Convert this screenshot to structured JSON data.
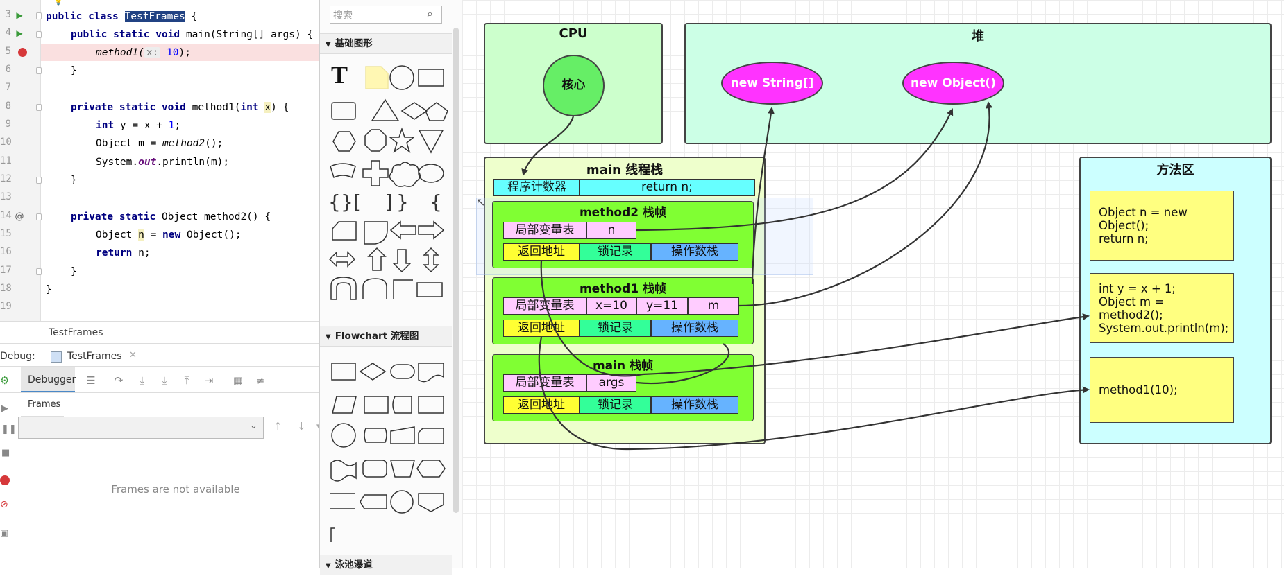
{
  "editor": {
    "line_numbers": [
      "3",
      "4",
      "5",
      "6",
      "7",
      "8",
      "9",
      "10",
      "11",
      "12",
      "13",
      "14",
      "15",
      "16",
      "17",
      "18",
      "19"
    ],
    "tab_title": "TestFrames",
    "class_name_selected": "TestFrames",
    "code": {
      "l3_kw": "public class ",
      "l3_rest": " {",
      "l4_kw": "public static void ",
      "l4_rest": "main(String[] args) {",
      "l5_call": "method1(",
      "l5_hint": "x:",
      "l5_num": "10",
      "l5_end": ");",
      "l6": "}",
      "l8_kw": "private static void ",
      "l8_rest": "method1(",
      "l8_kw2": "int ",
      "l8_param": "x",
      "l8_end": ") {",
      "l9_kw": "int ",
      "l9_rest": "y = x + ",
      "l9_num": "1",
      "l9_end": ";",
      "l10_pre": "Object m = ",
      "l10_call": "method2",
      "l10_end": "();",
      "l11_pre": "System.",
      "l11_field": "out",
      "l11_end": ".println(m);",
      "l12": "}",
      "l14_kw": "private static ",
      "l14_rest": "Object method2() {",
      "l15_pre": "Object ",
      "l15_var": "n",
      "l15_mid": " = ",
      "l15_kw": "new ",
      "l15_end": "Object();",
      "l16_kw": "return ",
      "l16_end": "n;",
      "l17": "}",
      "l18": "}"
    }
  },
  "debug": {
    "label": "Debug:",
    "session_tab": "TestFrames",
    "debugger_tab": "Debugger",
    "frames_tab": "Frames",
    "empty_message": "Frames are not available"
  },
  "palette": {
    "search_placeholder": "搜索",
    "section_basic": "基础图形",
    "section_flowchart": "Flowchart 流程图",
    "section_bottom": "泳池瀑道"
  },
  "diagram": {
    "cpu": {
      "title": "CPU",
      "core": "核心"
    },
    "heap": {
      "title": "堆",
      "obj1": "new String[]",
      "obj2": "new Object()"
    },
    "thread_stack": {
      "title": "main 线程栈",
      "pc_label": "程序计数器",
      "pc_value": "return n;",
      "frames": [
        {
          "title": "method2 栈帧",
          "locals_label": "局部变量表",
          "locals": [
            "n"
          ],
          "ret": "返回地址",
          "lock": "锁记录",
          "opstack": "操作数栈"
        },
        {
          "title": "method1 栈帧",
          "locals_label": "局部变量表",
          "locals": [
            "x=10",
            "y=11",
            "m"
          ],
          "ret": "返回地址",
          "lock": "锁记录",
          "opstack": "操作数栈"
        },
        {
          "title": "main 栈帧",
          "locals_label": "局部变量表",
          "locals": [
            "args"
          ],
          "ret": "返回地址",
          "lock": "锁记录",
          "opstack": "操作数栈"
        }
      ]
    },
    "method_area": {
      "title": "方法区",
      "code1_l1": "Object n = new Object();",
      "code1_l2": "return n;",
      "code2_l1": "int y = x + 1;",
      "code2_l2": "Object m = method2();",
      "code2_l3": "System.out.println(m);",
      "code3_l1": "method1(10);"
    },
    "colors": {
      "cpu_bg": "#ccffcc",
      "heap_bg": "#ccffe6",
      "stack_bg": "#eeffcc",
      "frame_bg": "#80ff33",
      "pc_bg": "#66ffff",
      "locals_bg": "#ffccff",
      "ret_bg": "#ffff33",
      "lock_bg": "#33ff99",
      "opstack_bg": "#66b3ff",
      "core_bg": "#66ee66",
      "obj_bg": "#ff33ff",
      "method_area_bg": "#ccffff",
      "code_bg": "#ffff80"
    }
  }
}
